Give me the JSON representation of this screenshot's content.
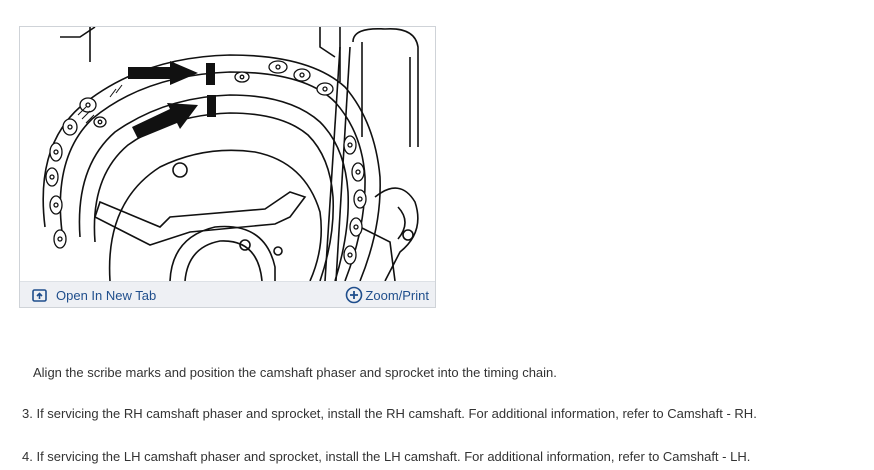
{
  "figure": {
    "open_tab_label": "Open In New Tab",
    "zoom_label": "Zoom/Print"
  },
  "steps": [
    {
      "text": "Align the scribe marks and position the camshaft phaser and sprocket into the timing chain."
    },
    {
      "text": "3. If servicing the RH camshaft phaser and sprocket, install the RH camshaft. For additional information, refer to Camshaft - RH."
    },
    {
      "text": "4. If servicing the LH camshaft phaser and sprocket, install the LH camshaft. For additional information, refer to Camshaft - LH."
    }
  ],
  "colors": {
    "toolbar_bg": "#eef0f4",
    "link": "#1f4e8c",
    "text": "#333333",
    "border": "#cfd3d8"
  },
  "icons": [
    "open-in-new-tab-icon",
    "zoom-plus-icon"
  ]
}
